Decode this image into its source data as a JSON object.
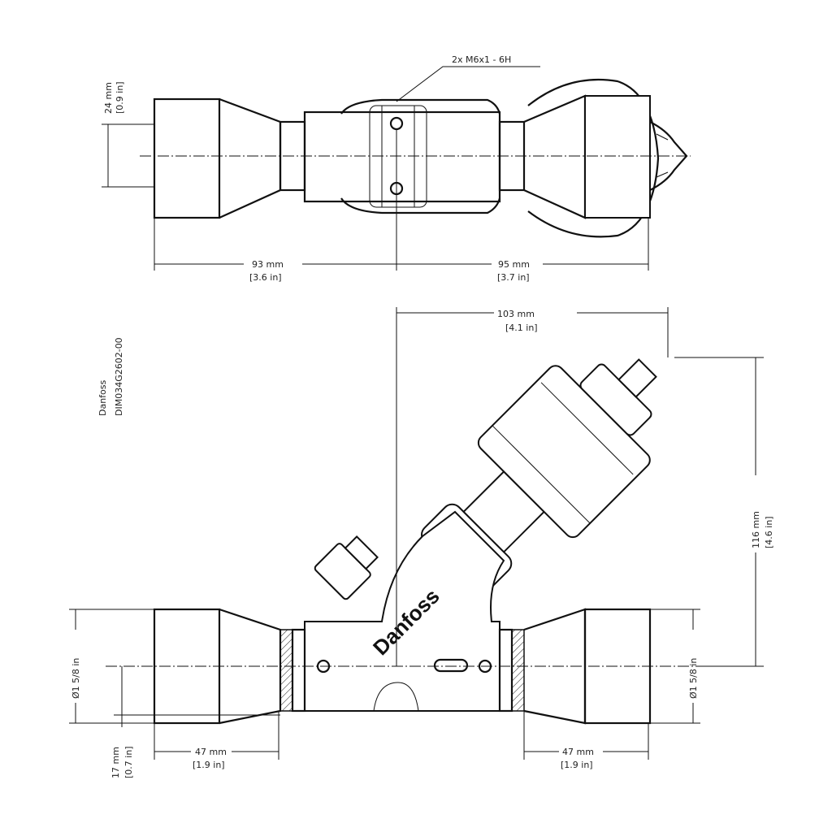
{
  "drawing": {
    "brand": "Danfoss",
    "drawing_id": "DIM034G2602-00",
    "logo_text": "Danfoss",
    "top_view": {
      "thread_note": "2x M6x1 - 6H",
      "dim_height": {
        "mm": "24 mm",
        "in": "[0.9 in]"
      },
      "dim_left_length": {
        "mm": "93 mm",
        "in": "[3.6 in]"
      },
      "dim_right_length": {
        "mm": "95 mm",
        "in": "[3.7 in]"
      }
    },
    "side_view": {
      "dim_horizontal": {
        "mm": "103 mm",
        "in": "[4.1 in]"
      },
      "dim_vertical": {
        "mm": "116 mm",
        "in": "[4.6 in]"
      },
      "dim_left_diameter": "Ø1 5/8 in",
      "dim_right_diameter": "Ø1 5/8 in",
      "dim_offset": {
        "mm": "17 mm",
        "in": "[0.7 in]"
      },
      "dim_left_socket": {
        "mm": "47 mm",
        "in": "[1.9 in]"
      },
      "dim_right_socket": {
        "mm": "47 mm",
        "in": "[1.9 in]"
      }
    }
  }
}
